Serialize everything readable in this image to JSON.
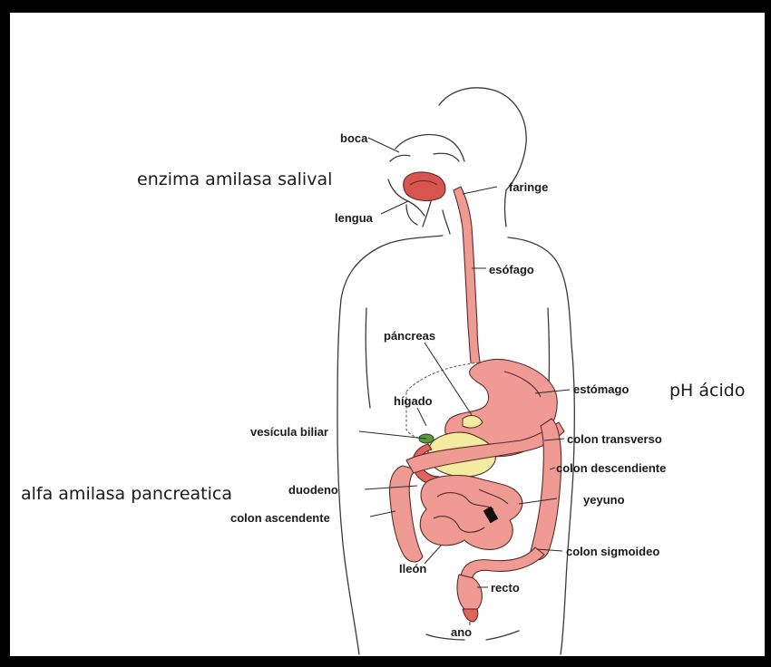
{
  "labels": {
    "boca": "boca",
    "faringe": "faringe",
    "lengua": "lengua",
    "esofago": "esófago",
    "pancreas": "páncreas",
    "estomago": "estómago",
    "higado": "hígado",
    "vesicula": "vesícula biliar",
    "colon_transverso": "colon transverso",
    "colon_descendiente": "colon descendiente",
    "duodeno": "duodeno",
    "yeyuno": "yeyuno",
    "colon_ascendente": "colon ascendente",
    "colon_sigmoideo": "colon sigmoideo",
    "ileon": "Ileón",
    "recto": "recto",
    "ano": "ano"
  },
  "annotations": {
    "amilasa_salival": "enzima amilasa salival",
    "ph_acido": "pH ácido",
    "amilasa_pancreatica": "alfa amilasa pancreatica"
  },
  "colors": {
    "organ_fill": "#f09a94",
    "organ_dark": "#c9433f",
    "pancreas_fill": "#f3eca0",
    "outline": "#3a3a3a",
    "frame": "#000000"
  }
}
